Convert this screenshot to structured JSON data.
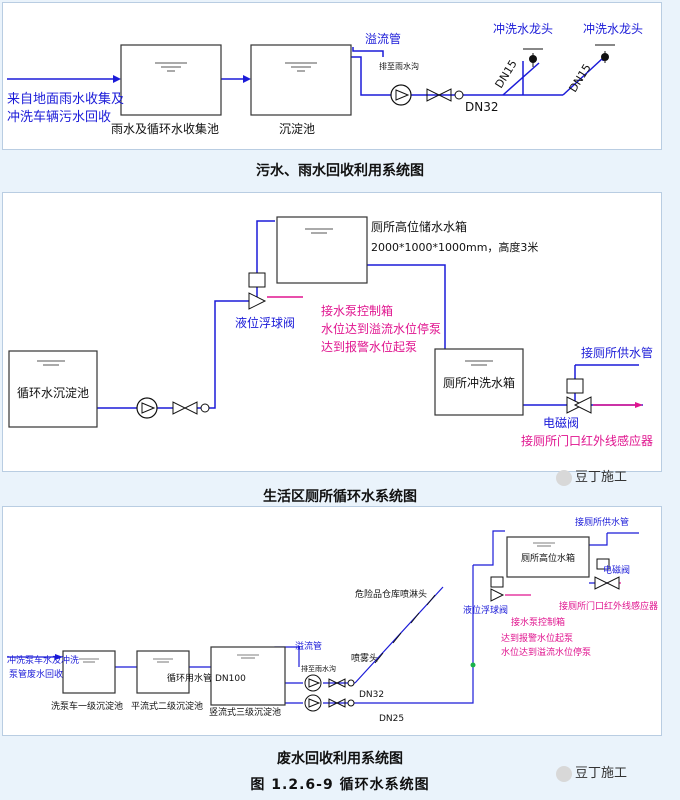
{
  "d1": {
    "source_label_1": "来自地面雨水收集及",
    "source_label_2": "冲洗车辆污水回收",
    "tank1_label": "雨水及循环水收集池",
    "tank2_label": "沉淀池",
    "overflow_label": "溢流管",
    "drain_label": "排至雨水沟",
    "faucet1_label": "冲洗水龙头",
    "faucet2_label": "冲洗水龙头",
    "dn15_a": "DN15",
    "dn15_b": "DN15",
    "dn32": "DN32",
    "caption": "污水、雨水回收利用系统图"
  },
  "d2": {
    "tank_high_label": "厕所高位储水水箱",
    "tank_high_size": "2000*1000*1000mm，高度3米",
    "float_valve_label": "液位浮球阀",
    "pump_ctrl_1": "接水泵控制箱",
    "pump_ctrl_2": "水位达到溢流水位停泵",
    "pump_ctrl_3": "达到报警水位起泵",
    "sediment_label": "循环水沉淀池",
    "flush_tank_label": "厕所冲洗水箱",
    "supply_label": "接厕所供水管",
    "solenoid_label": "电磁阀",
    "sensor_label": "接厕所门口红外线感应器",
    "caption": "生活区厕所循环水系统图"
  },
  "d3": {
    "inflow_1": "冲洗泵车水及冲洗",
    "inflow_2": "泵管废水回收",
    "tank1_label": "洗泵车一级沉淀池",
    "tank2_label": "平流式二级沉淀池",
    "tank3_label": "竖流式三级沉淀池",
    "pipe_label": "循环用水管",
    "dn100": "DN100",
    "overflow_label": "溢流管",
    "drain_label": "排至雨水沟",
    "mist_label": "喷雾头",
    "warehouse_label": "危险品仓库喷淋头",
    "dn32": "DN32",
    "dn25": "DN25",
    "high_tank_label": "厕所高位水箱",
    "supply_label": "接厕所供水管",
    "solenoid_label": "电磁阀",
    "float_valve_label": "液位浮球阀",
    "pump_ctrl_1": "接水泵控制箱",
    "pump_ctrl_2": "达到报警水位起泵",
    "pump_ctrl_3": "水位达到溢流水位停泵",
    "sensor_label": "接厕所门口红外线感应器",
    "caption": "废水回收利用系统图"
  },
  "figure_caption": "图 1.2.6-9 循环水系统图",
  "watermark": "豆丁施工"
}
